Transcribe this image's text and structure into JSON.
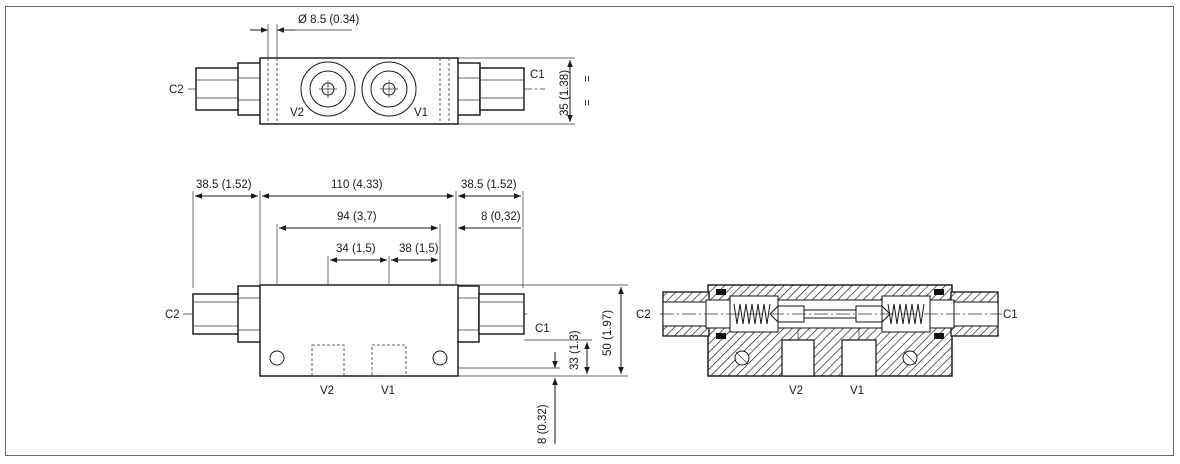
{
  "top_view": {
    "port_left": "C2",
    "port_right": "C1",
    "valve_left": "V2",
    "valve_right": "V1",
    "dim_bore": "Ø 8.5 (0.34)",
    "dim_height": "35 (1.38)",
    "equal_mark": "="
  },
  "front_view": {
    "port_left": "C2",
    "port_right": "C1",
    "valve_left": "V2",
    "valve_right": "V1",
    "dim_left_fitting": "38.5 (1.52)",
    "dim_body_length": "110 (4.33)",
    "dim_right_fitting": "38.5 (1.52)",
    "dim_hole_spacing": "94 (3,7)",
    "dim_hole_offset": "8 (0,32)",
    "dim_port_left": "34 (1,5)",
    "dim_port_right": "38 (1,5)",
    "dim_body_height": "50 (1.97)",
    "dim_axis_height": "33 (1.3)",
    "dim_bottom_offset": "8 (0.32)"
  },
  "section_view": {
    "port_left": "C2",
    "port_right": "C1",
    "valve_left": "V2",
    "valve_right": "V1"
  }
}
